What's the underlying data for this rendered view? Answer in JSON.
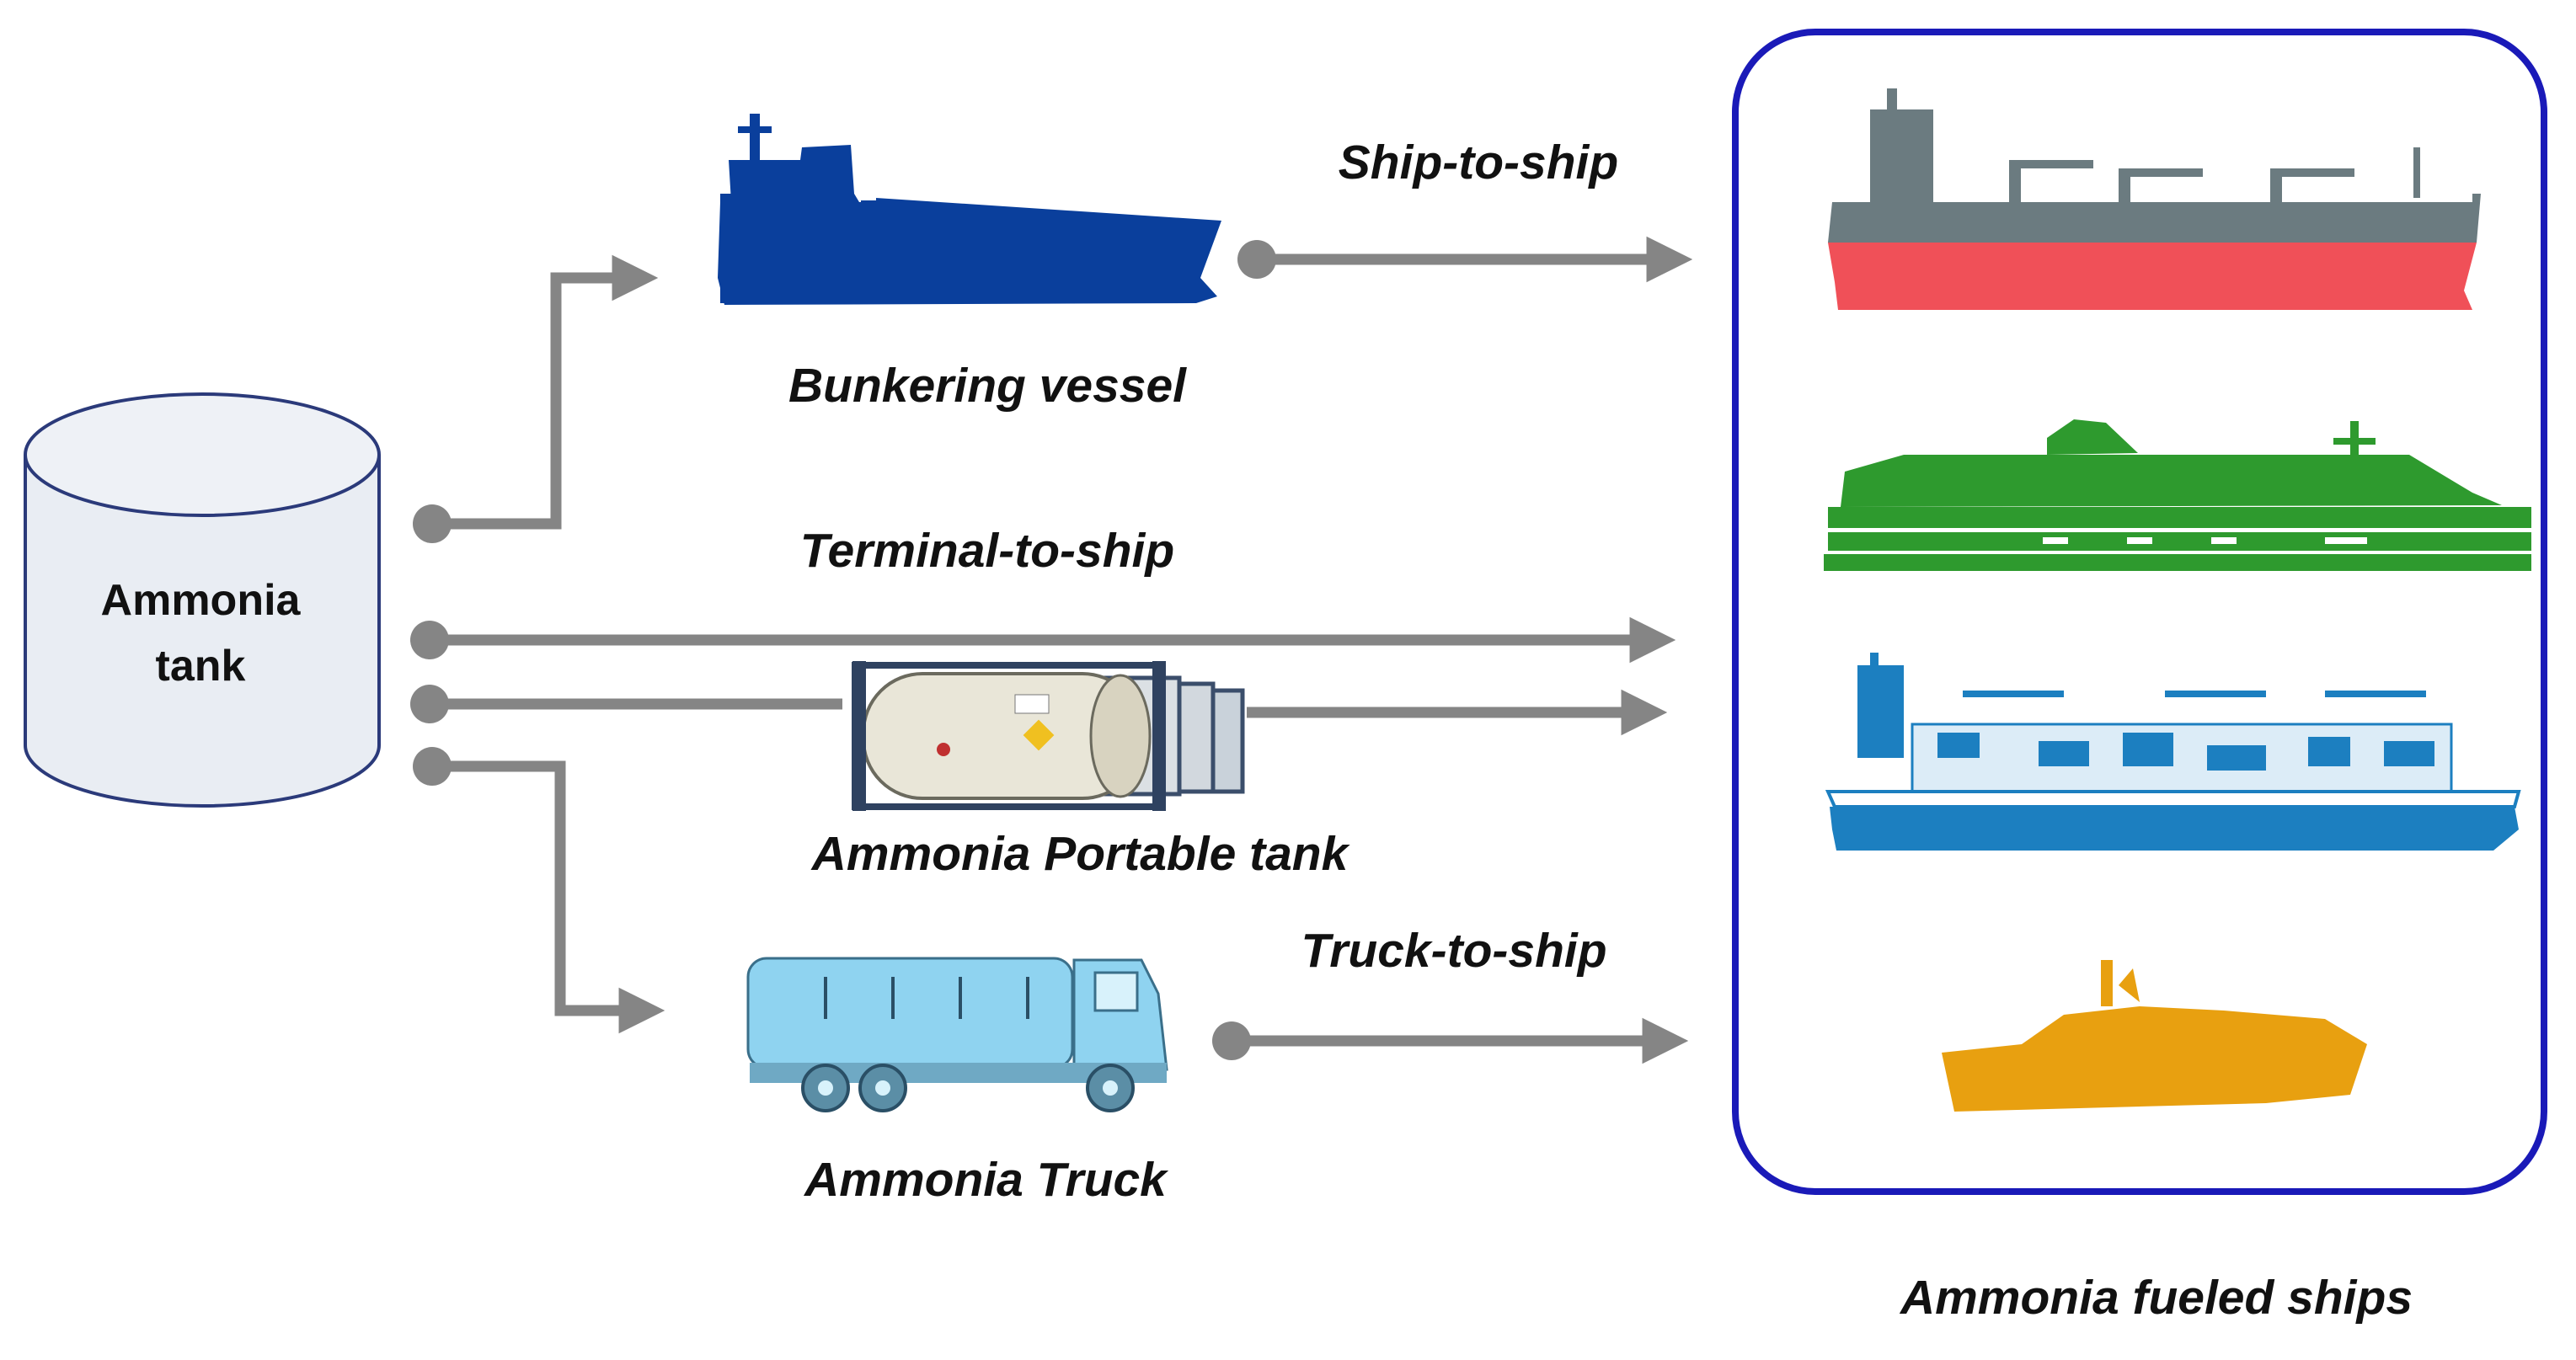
{
  "source": {
    "label_line1": "Ammonia",
    "label_line2": "tank"
  },
  "nodes": {
    "bunkering_vessel": "Bunkering vessel",
    "portable_tank": "Ammonia Portable tank",
    "truck": "Ammonia Truck",
    "fueled_ships": "Ammonia fueled ships"
  },
  "routes": {
    "ship_to_ship": "Ship-to-ship",
    "terminal_to_ship": "Terminal-to-ship",
    "truck_to_ship": "Truck-to-ship"
  },
  "colors": {
    "connector": "#858585",
    "group_border": "#1a1ab8",
    "bunkering_vessel": "#0a3f9c",
    "bulk_carrier_hull_top": "#6b7b80",
    "bulk_carrier_hull_bottom": "#f05058",
    "ferry": "#2e9a2e",
    "container_ship": "#1c7fc0",
    "tug": "#e8a010",
    "truck": "#8fd3f0",
    "portable_tank": "#e9e6d8"
  },
  "icons": {
    "source": "storage-tank-icon",
    "bunkering_vessel": "bunkering-vessel-icon",
    "portable_tank": "iso-tank-container-icon",
    "truck": "tank-truck-icon",
    "ships": [
      "bulk-carrier-icon",
      "ferry-icon",
      "container-ship-icon",
      "tug-boat-icon"
    ]
  }
}
